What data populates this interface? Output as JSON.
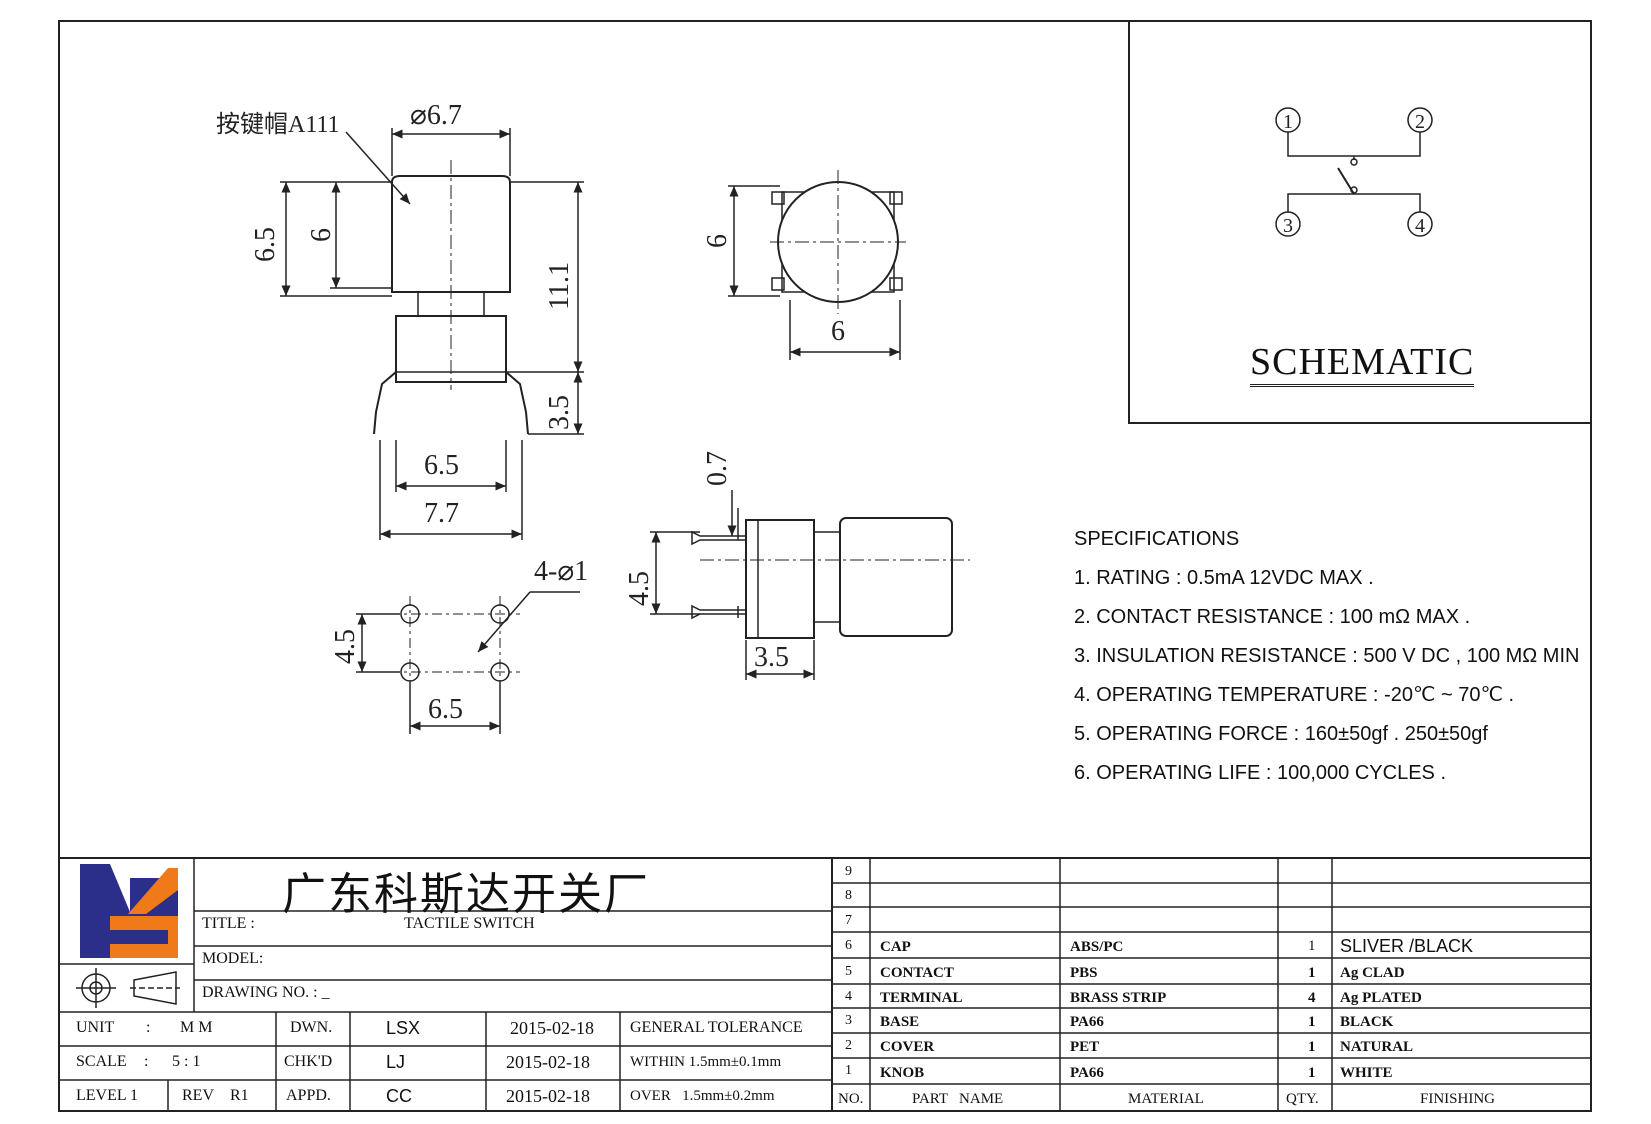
{
  "drawing": {
    "keycap_label": "按键帽A111",
    "dims": {
      "cap_dia": "⌀6.7",
      "h_6_5": "6.5",
      "h_6": "6",
      "h_11_1": "11.1",
      "h_3_5": "3.5",
      "w_6_5": "6.5",
      "w_7_7": "7.7",
      "top_6_v": "6",
      "top_6_h": "6",
      "side_0_7": "0.7",
      "side_4_5": "4.5",
      "side_3_5": "3.5",
      "holes": "4-⌀1",
      "pcb_4_5": "4.5",
      "pcb_6_5": "6.5"
    },
    "pins": [
      "1",
      "2",
      "3",
      "4"
    ]
  },
  "schematic": {
    "title": "SCHEMATIC"
  },
  "specifications": {
    "heading": "SPECIFICATIONS",
    "items": [
      "1. RATING : 0.5mA 12VDC MAX .",
      "2. CONTACT RESISTANCE : 100 mΩ MAX .",
      "3. INSULATION RESISTANCE : 500 V DC , 100 MΩ MIN",
      "4. OPERATING TEMPERATURE : -20℃ ~ 70℃ .",
      "5. OPERATING FORCE : 160±50gf . 250±50gf",
      "6. OPERATING LIFE : 100,000 CYCLES ."
    ]
  },
  "title_block": {
    "company": "广东科斯达开关厂",
    "title_label": "TITLE :",
    "title_value": "TACTILE SWITCH",
    "model_label": "MODEL:",
    "drawing_no_label": "DRAWING NO. : _",
    "unit_label": "UNIT",
    "unit_sep": ":",
    "unit_value": "M M",
    "scale_label": "SCALE",
    "scale_sep": ":",
    "scale_value": "5 : 1",
    "level_label": "LEVEL 1",
    "rev_label": "REV",
    "rev_value": "R1",
    "dwn_label": "DWN.",
    "dwn_value": "LSX",
    "dwn_date": "2015-02-18",
    "chk_label": "CHK'D",
    "chk_value": "LJ",
    "chk_date": "2015-02-18",
    "appd_label": "APPD.",
    "appd_value": "CC",
    "appd_date": "2015-02-18",
    "tol_heading": "GENERAL TOLERANCE",
    "tol_within": "WITHIN 1.5mm±0.1mm",
    "tol_over": "OVER   1.5mm±0.2mm"
  },
  "bom": {
    "headers": {
      "no": "NO.",
      "part": "PART   NAME",
      "material": "MATERIAL",
      "qty": "QTY.",
      "finishing": "FINISHING"
    },
    "rows": [
      {
        "no": "9",
        "part": "",
        "material": "",
        "qty": "",
        "finishing": ""
      },
      {
        "no": "8",
        "part": "",
        "material": "",
        "qty": "",
        "finishing": ""
      },
      {
        "no": "7",
        "part": "",
        "material": "",
        "qty": "",
        "finishing": ""
      },
      {
        "no": "6",
        "part": "CAP",
        "material": "ABS/PC",
        "qty": "1",
        "finishing": "SLIVER /BLACK"
      },
      {
        "no": "5",
        "part": "CONTACT",
        "material": "PBS",
        "qty": "1",
        "finishing": "Ag CLAD"
      },
      {
        "no": "4",
        "part": "TERMINAL",
        "material": "BRASS STRIP",
        "qty": "4",
        "finishing": "Ag PLATED"
      },
      {
        "no": "3",
        "part": "BASE",
        "material": "PA66",
        "qty": "1",
        "finishing": "BLACK"
      },
      {
        "no": "2",
        "part": "COVER",
        "material": "PET",
        "qty": "1",
        "finishing": "NATURAL"
      },
      {
        "no": "1",
        "part": "KNOB",
        "material": "PA66",
        "qty": "1",
        "finishing": "WHITE"
      }
    ]
  }
}
